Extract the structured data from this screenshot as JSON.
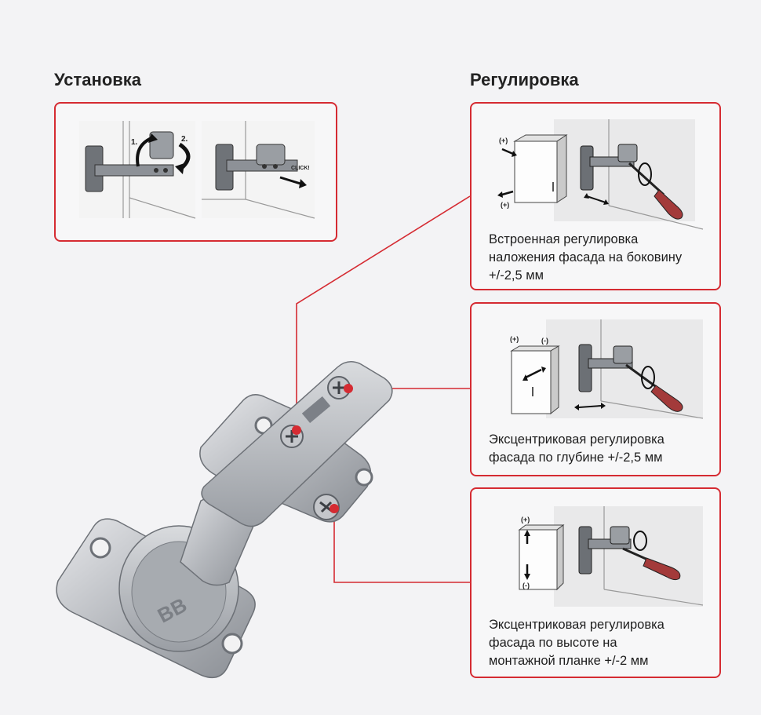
{
  "install": {
    "heading": "Установка",
    "step1": "1.",
    "step2": "2.",
    "click": "CLICK!"
  },
  "adjust": {
    "heading": "Регулировка",
    "panels": [
      {
        "lines": [
          "Встроенная регулировка",
          "наложения фасада на боковину",
          "+/-2,5 мм"
        ],
        "plus_top": "(+)",
        "plus_bottom": "(+)"
      },
      {
        "lines": [
          "Эксцентриковая регулировка",
          "фасада по глубине +/-2,5 мм"
        ],
        "plus": "(+)",
        "minus": "(-)"
      },
      {
        "lines": [
          "Эксцентриковая регулировка",
          "фасада по высоте на",
          "монтажной планке +/-2 мм"
        ],
        "plus": "(+)",
        "minus": "(-)"
      }
    ]
  },
  "colors": {
    "accent": "#d52b32",
    "metal": "#b9bcc1",
    "metal_dark": "#7c8087"
  },
  "product": {
    "logo": "ВВ"
  }
}
